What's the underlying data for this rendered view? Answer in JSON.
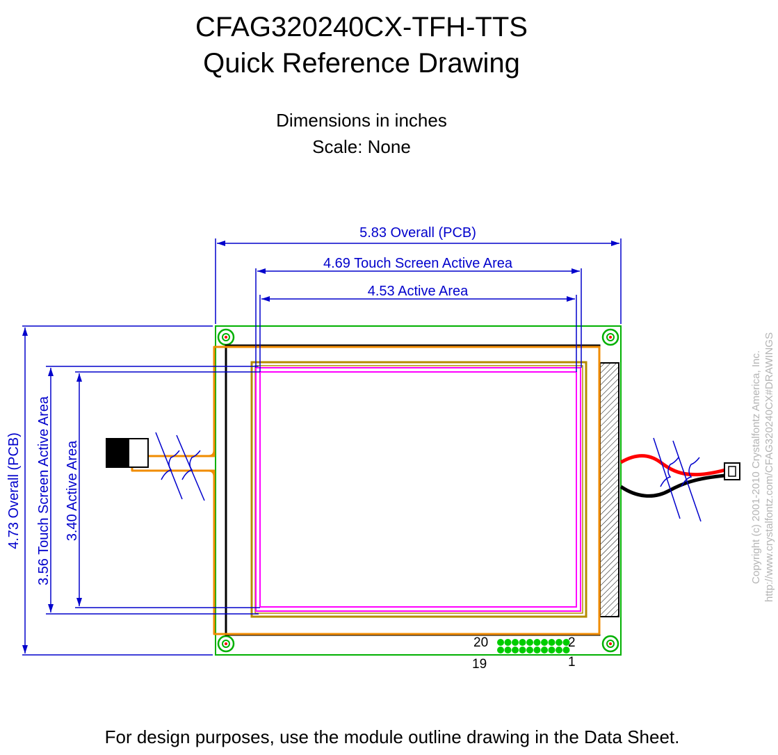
{
  "header": {
    "title_line1": "CFAG320240CX-TFH-TTS",
    "title_line2": "Quick Reference Drawing",
    "units": "Dimensions in inches",
    "scale": "Scale: None"
  },
  "dimensions": {
    "overall_width": "5.83 Overall (PCB)",
    "touch_width": "4.69 Touch Screen Active Area",
    "active_width": "4.53 Active Area",
    "overall_height": "4.73 Overall (PCB)",
    "touch_height": "3.56 Touch Screen Active Area",
    "active_height": "3.40 Active Area"
  },
  "connector": {
    "pin_top_left": "20",
    "pin_top_right": "2",
    "pin_bottom_left": "19",
    "pin_bottom_right": "1"
  },
  "copyright": {
    "line1": "Copyright (c) 2001-2010 Crystalfontz America, Inc.",
    "line2": "http://www.crystalfontz.com/CFAG320240CX#DRAWINGS"
  },
  "footer": "For design purposes, use the module outline drawing in the Data Sheet.",
  "colors": {
    "dimension": "#0000cc",
    "pcb": "#00b000",
    "tail": "#f08c00",
    "touch_frame": "#b48c00",
    "active": "#ff00ff",
    "red_wire": "#ff0000"
  }
}
